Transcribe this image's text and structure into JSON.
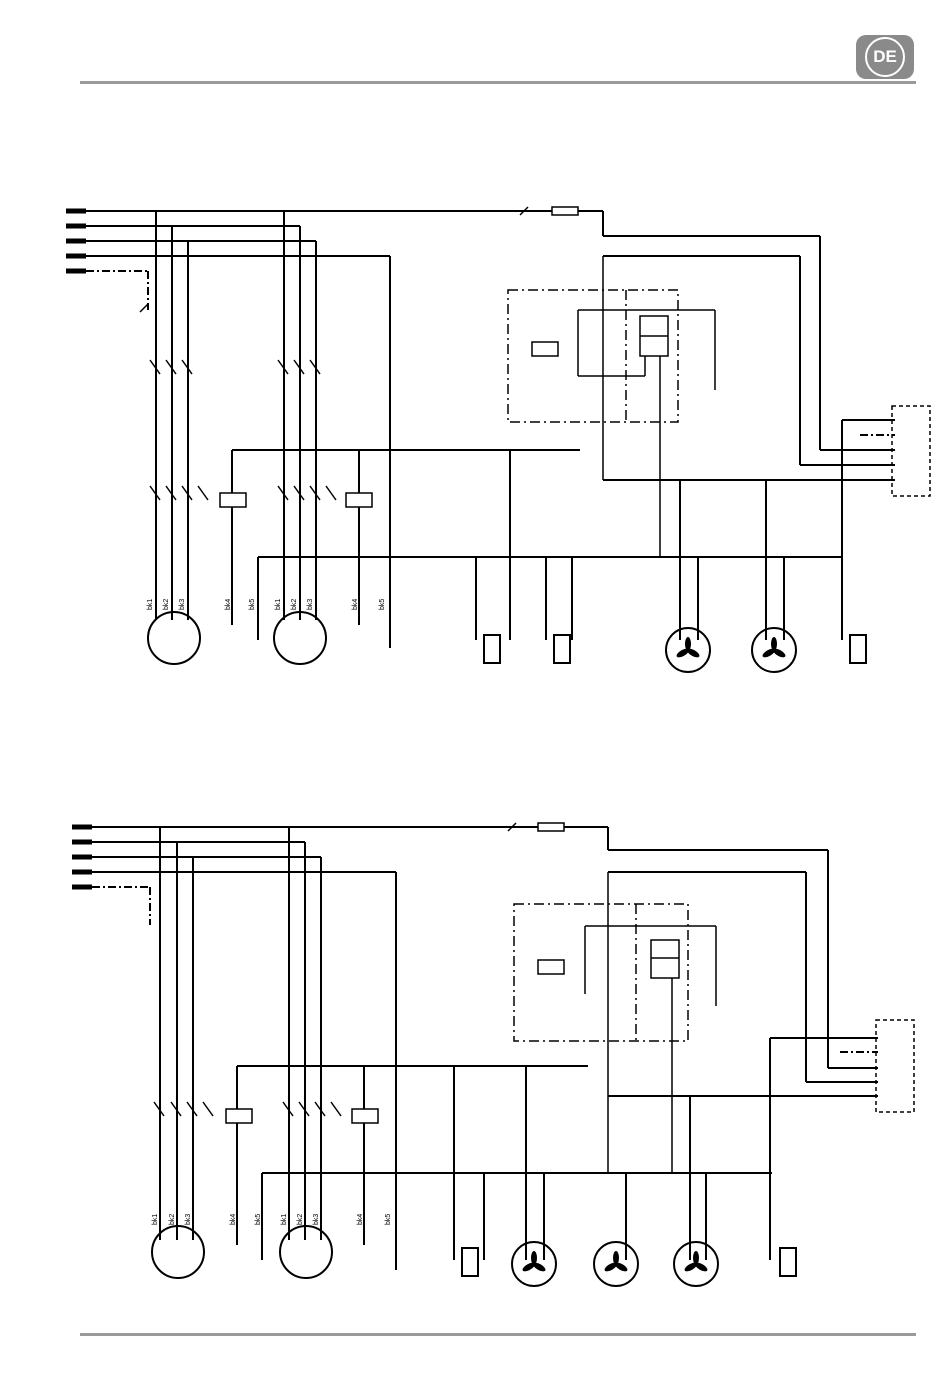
{
  "header": {
    "language_badge": "DE"
  },
  "diagram_top": {
    "compressor_1_labels": [
      "bk1",
      "bk2",
      "bk3",
      "bk4",
      "bk5"
    ],
    "compressor_2_labels": [
      "bk1",
      "bk2",
      "bk3",
      "bk4",
      "bk5"
    ],
    "fans": 2,
    "solenoid_valves": 3
  },
  "diagram_bottom": {
    "compressor_1_labels": [
      "bk1",
      "bk2",
      "bk3",
      "bk4",
      "bk5"
    ],
    "compressor_2_labels": [
      "bk1",
      "bk2",
      "bk3",
      "bk4",
      "bk5"
    ],
    "fans": 3,
    "solenoid_valves": 2
  }
}
